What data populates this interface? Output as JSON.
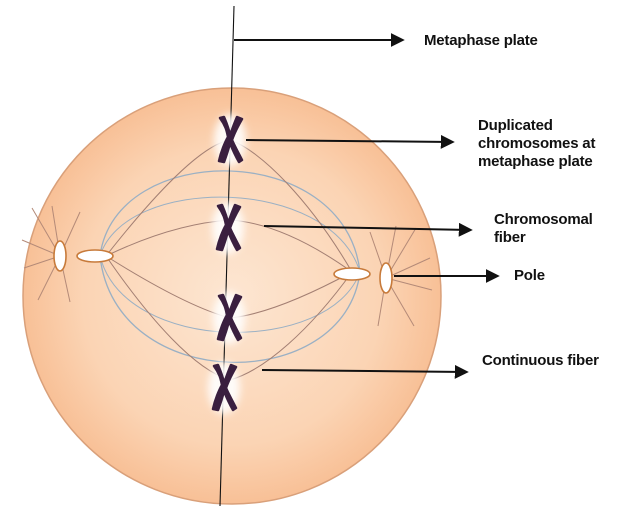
{
  "diagram": {
    "labels": {
      "metaphase_plate": "Metaphase plate",
      "duplicated_chromosomes": "Duplicated\nchromosomes at\nmetaphase plate",
      "chromosomal_fiber": "Chromosomal\nfiber",
      "pole": "Pole",
      "continuous_fiber": "Continuous fiber"
    },
    "colors": {
      "cell_fill_center": "#fde6d2",
      "cell_fill_edge": "#f7b98c",
      "cell_outline": "#d9a07a",
      "spindle_fiber": "#9ab0c4",
      "chromosome": "#3a1f3f",
      "chromosome_glow": "#ffffff",
      "arrow": "#111111",
      "centriole_fill": "#ffffff",
      "centriole_outline": "#c77a3a"
    },
    "chromosome_count": 4
  }
}
